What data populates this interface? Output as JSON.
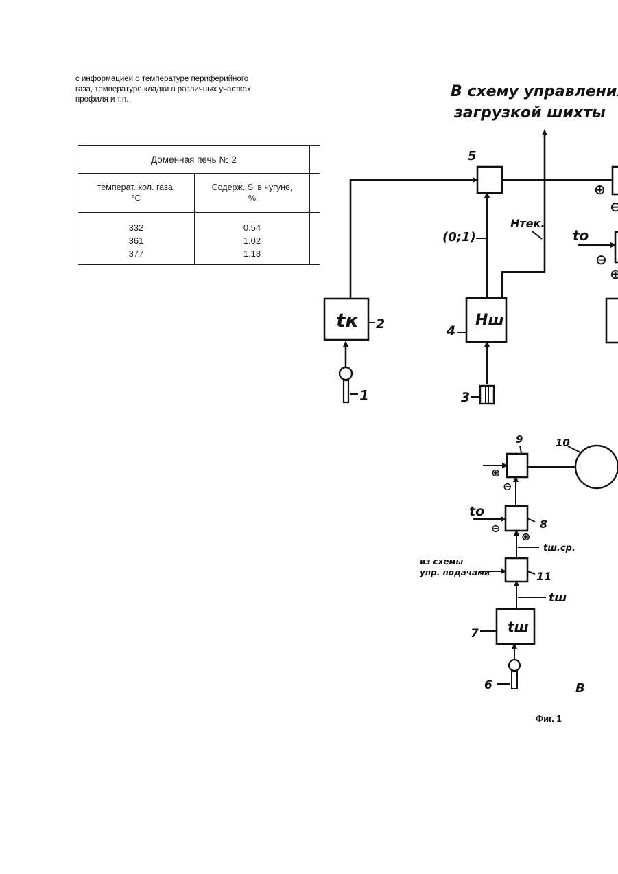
{
  "paragraph": {
    "line1": "с информацией о температуре периферийного",
    "line2": "газа, температуре кладки в различных участках",
    "line3": "профиля и т.п."
  },
  "table": {
    "caption": "Доменная печь № 2",
    "headers": [
      "температ. кол. газа, °С",
      "Содерж. Si в чугуне, %"
    ],
    "header1_l1": "температ. кол. газа,",
    "header1_l2": "°С",
    "header2_l1": "Содерж. Si в чугуне,",
    "header2_l2": "%",
    "rows": [
      [
        "332",
        "0.54"
      ],
      [
        "361",
        "1.02"
      ],
      [
        "377",
        "1.18"
      ]
    ]
  },
  "diagram_top": {
    "title_line1": "В схему управления",
    "title_line2": "загрузкой шихты",
    "block5": "5",
    "block2_label": "tк",
    "block2_num": "2",
    "sensor1_num": "1",
    "block4_label": "Нш",
    "block4_num": "4",
    "sensor3_num": "3",
    "signal_01": "(0;1)",
    "signal_htek": "Нтек.",
    "signal_to": "tо",
    "plus": "⊕",
    "minus": "⊖"
  },
  "diagram_bottom": {
    "block9_num": "9",
    "block10_num": "10",
    "block8_num": "8",
    "block11_num": "11",
    "block7_num": "7",
    "block7_label": "tш",
    "sensor6_num": "6",
    "signal_t0": "tо",
    "signal_tsh_sr": "tш.ср.",
    "signal_tsh": "tш",
    "from_scheme_l1": "из схемы",
    "from_scheme_l2": "упр. подачами",
    "plus": "⊕",
    "minus": "⊖",
    "letter_b": "В"
  },
  "figure_caption": "Фиг. 1"
}
